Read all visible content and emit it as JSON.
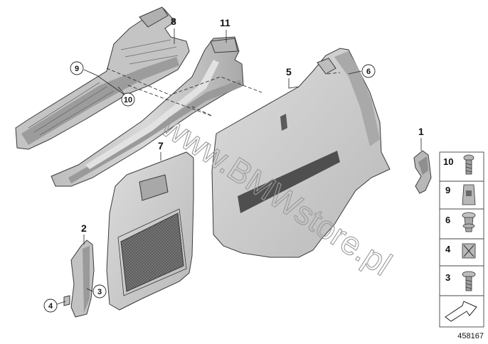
{
  "callouts": {
    "c1": "1",
    "c2": "2",
    "c3": "3",
    "c4": "4",
    "c5": "5",
    "c6": "6",
    "c7": "7",
    "c8": "8",
    "c9": "9",
    "c10": "10",
    "c11": "11"
  },
  "legend": [
    {
      "number": "10",
      "icon": "screw-icon"
    },
    {
      "number": "9",
      "icon": "clip-nut-icon"
    },
    {
      "number": "6",
      "icon": "expanding-rivet-icon"
    },
    {
      "number": "4",
      "icon": "spreader-nut-icon"
    },
    {
      "number": "3",
      "icon": "flange-screw-icon"
    }
  ],
  "watermark": "www.BMWstore.pl",
  "document_id": "458167",
  "colors": {
    "part_fill": "#c9c9c9",
    "part_dark": "#8e8e8e",
    "carpet": "#555555",
    "mesh": "#6f6f6f"
  }
}
